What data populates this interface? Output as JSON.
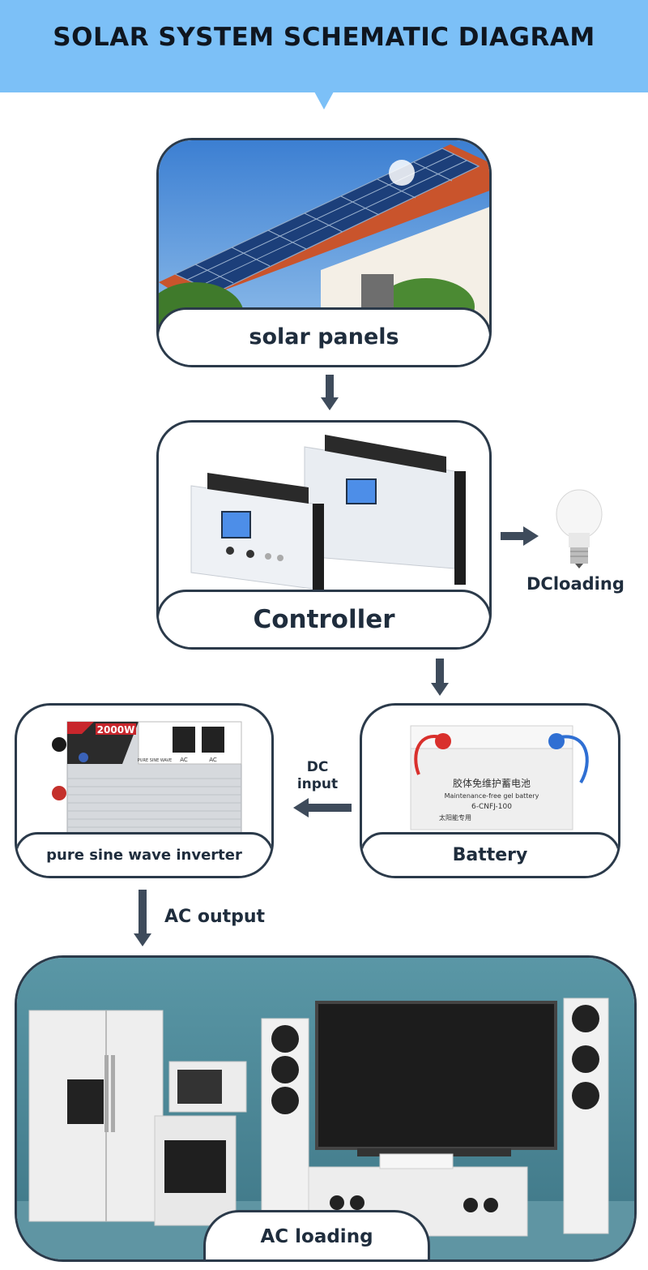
{
  "title": "SOLAR SYSTEM SCHEMATIC DIAGRAM",
  "nodes": {
    "solar_panels": "solar panels",
    "controller": "Controller",
    "dc_loading": "DCloading",
    "battery": "Battery",
    "inverter": "pure sine wave inverter",
    "ac_loading": "AC loading"
  },
  "edges": {
    "dc_input": [
      "DC",
      "input"
    ],
    "ac_output": "AC output"
  },
  "product_text": {
    "inverter_power": "2000W",
    "inverter_pure": "PURE SINE WAVE",
    "inverter_ac1": "AC",
    "inverter_ac2": "AC",
    "battery_cn": "胶体免维护蓄电池",
    "battery_en": "Maintenance-free gel battery",
    "battery_model": "6-CNFJ-100",
    "battery_cn2": "太阳能专用"
  },
  "colors": {
    "header_bg": "#7cc0f7",
    "border": "#2b3a4a",
    "arrow": "#3e4b5b"
  }
}
